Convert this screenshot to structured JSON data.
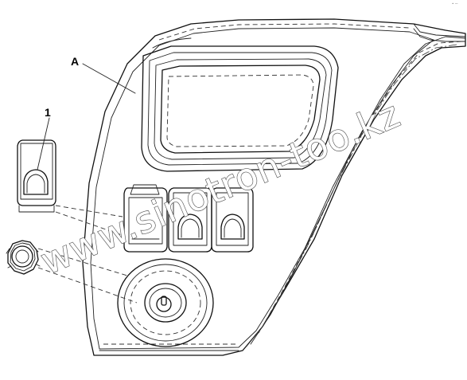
{
  "diagram": {
    "callouts": [
      {
        "id": "A",
        "label": "A"
      },
      {
        "id": "1",
        "label": "1"
      }
    ],
    "watermark": "www.sinotron-too.kz",
    "corner_mark": "• —"
  }
}
